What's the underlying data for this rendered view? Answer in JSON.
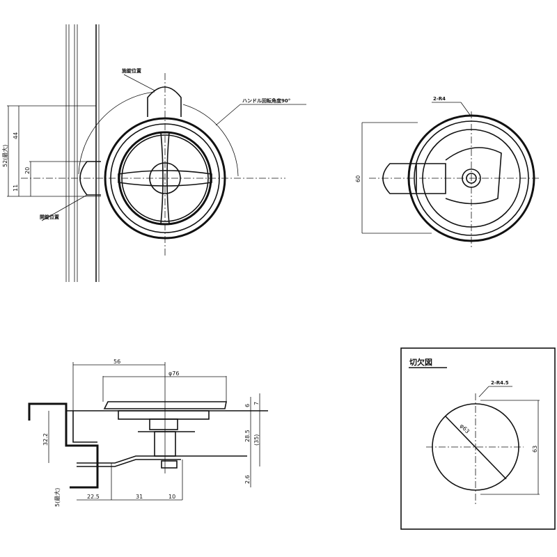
{
  "front_view": {
    "label_lock_position": "施錠位置",
    "label_unlock_position": "開錠位置",
    "label_handle_rotation": "ハンドル回転角度90°",
    "dims": {
      "overall": "52(最大)",
      "height": "44",
      "handle": "20",
      "offset": "11"
    }
  },
  "rear_view": {
    "label_holes": "2-R4",
    "dims": {
      "height": "60"
    }
  },
  "side_view": {
    "dims": {
      "width": "56",
      "diameter": "φ76",
      "top": "6",
      "top2": "7",
      "depth": "28.5",
      "depth_total": "(35)",
      "bottom": "2.6",
      "bracket": "32.2",
      "max": "5(最大)",
      "d1": "22.5",
      "d2": "31",
      "d3": "10"
    }
  },
  "cutout": {
    "title": "切欠図",
    "label_holes": "2-R4.5",
    "dims": {
      "diameter": "φ63",
      "height": "63"
    }
  }
}
